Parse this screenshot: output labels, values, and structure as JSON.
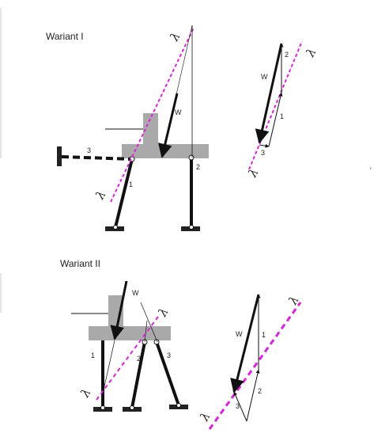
{
  "variant1": {
    "title": "Wariant I",
    "lambda": "λ",
    "labels": {
      "w": "W",
      "bar1": "1",
      "bar2": "2",
      "bar3": "3"
    },
    "polygon": {
      "w": "W",
      "s1": "1",
      "s2": "2",
      "s3": "3"
    }
  },
  "variant2": {
    "title": "Wariant II",
    "lambda": "λ",
    "labels": {
      "w": "W",
      "bar1": "1",
      "bar2": "2",
      "bar3": "3"
    },
    "polygon": {
      "w": "W",
      "s1": "1",
      "s2": "2",
      "s3": "3"
    }
  },
  "colors": {
    "gray": "#a9a9a9",
    "magenta": "#e020e0",
    "black": "#111111"
  }
}
